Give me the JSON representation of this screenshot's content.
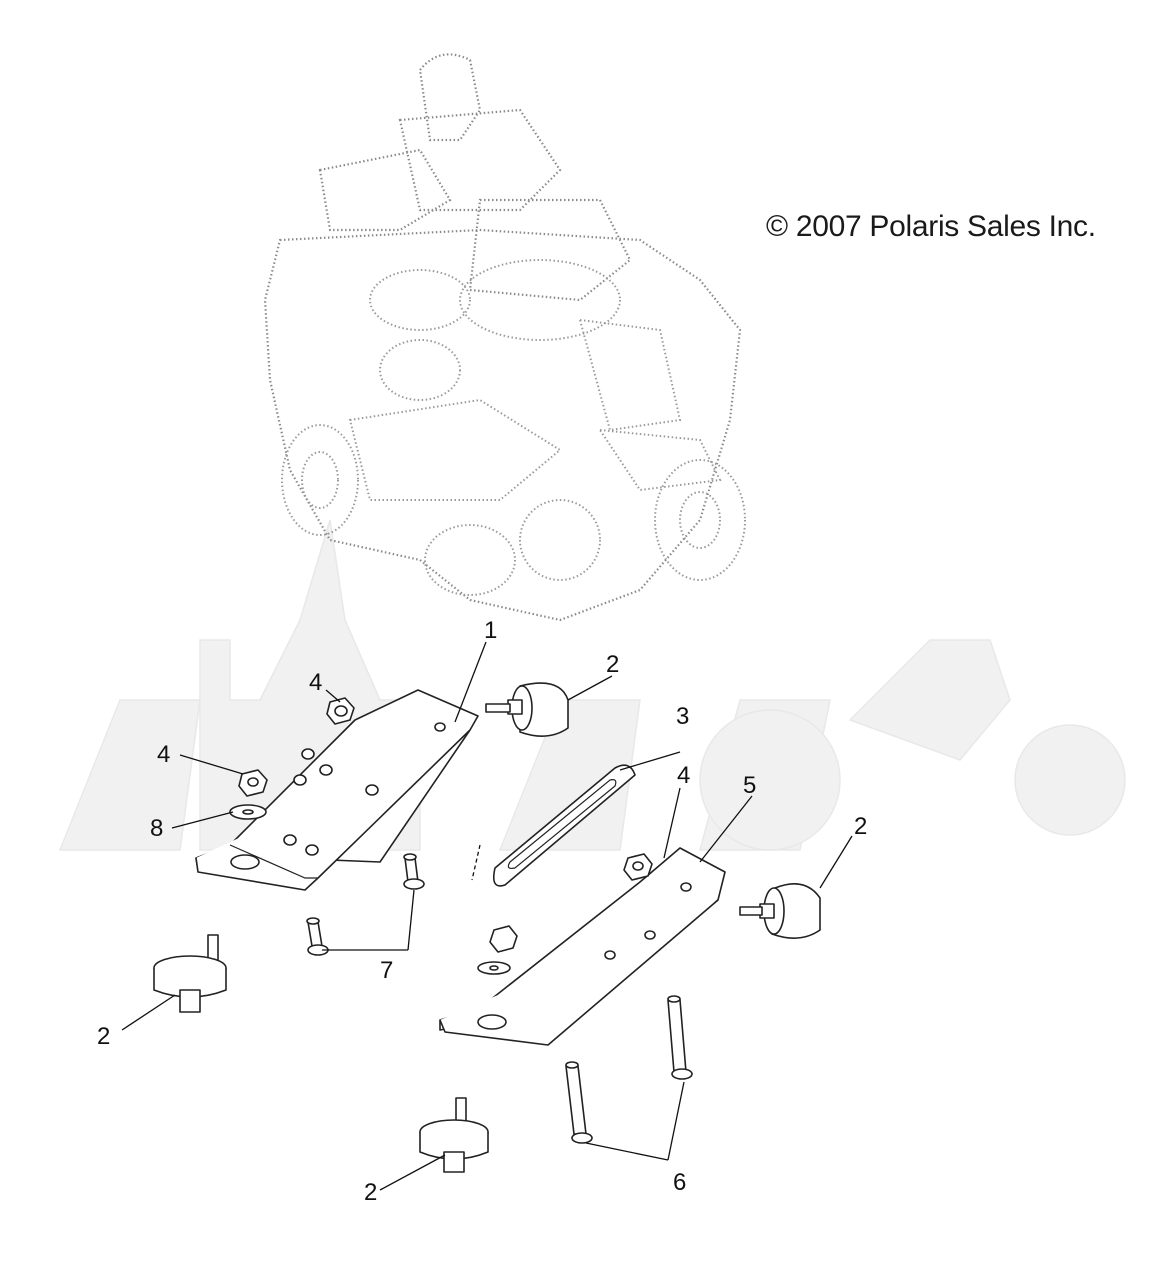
{
  "copyright": "© 2007 Polaris Sales Inc.",
  "callouts": {
    "c1": "1",
    "c2a": "2",
    "c2b": "2",
    "c2c": "2",
    "c2d": "2",
    "c3": "3",
    "c4a": "4",
    "c4b": "4",
    "c4c": "4",
    "c5": "5",
    "c6": "6",
    "c7": "7",
    "c8": "8"
  }
}
